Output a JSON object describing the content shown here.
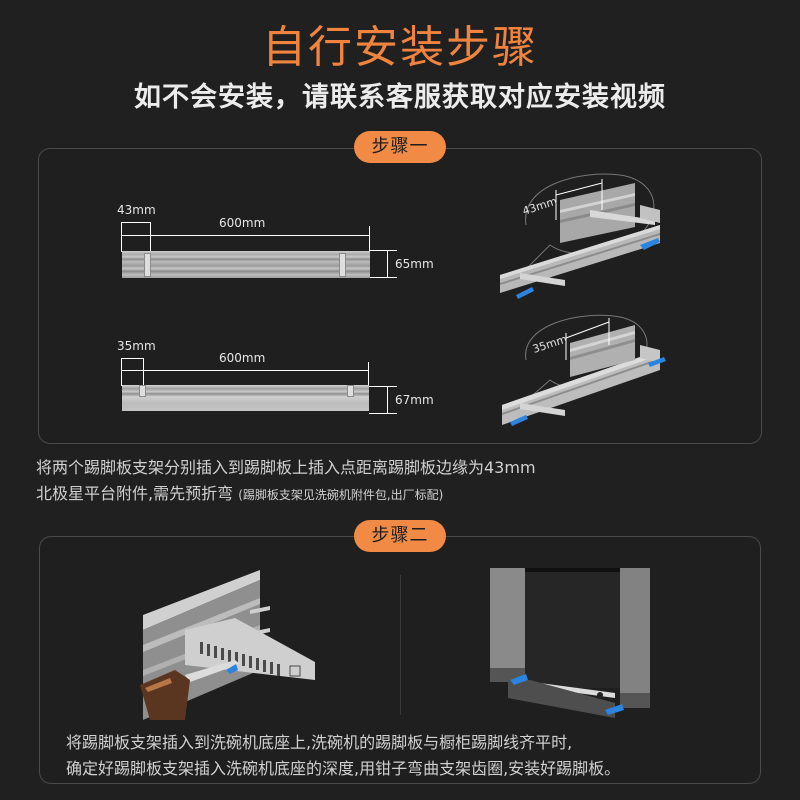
{
  "header": {
    "title": "自行安装步骤",
    "subtitle": "如不会安装，请联系客服获取对应安装视频"
  },
  "colors": {
    "accent": "#f08a45",
    "title": "#f0843f",
    "background": "#202020",
    "arrow_blue": "#2a84e0"
  },
  "step1": {
    "badge": "步骤一",
    "diagram_top": {
      "offset_label": "43mm",
      "length_label": "600mm",
      "height_label": "65mm"
    },
    "diagram_bottom": {
      "offset_label": "35mm",
      "length_label": "600mm",
      "height_label": "67mm"
    },
    "iso_top_label": "43mm",
    "iso_bottom_label": "35mm",
    "description_line1": "将两个踢脚板支架分别插入到踢脚板上插入点距离踢脚板边缘为43mm",
    "description_line2_main": "北极星平台附件,需先预折弯",
    "description_line2_note": "(踢脚板支架见洗碗机附件包,出厂标配)"
  },
  "step2": {
    "badge": "步骤二",
    "left_image": "pliers-bending-bracket-teeth",
    "right_image": "dishwasher-kickboard-installation",
    "description_line1": "将踢脚板支架插入到洗碗机底座上,洗碗机的踢脚板与橱柜踢脚线齐平时,",
    "description_line2": "确定好踢脚板支架插入洗碗机底座的深度,用钳子弯曲支架齿圈,安装好踢脚板。"
  }
}
